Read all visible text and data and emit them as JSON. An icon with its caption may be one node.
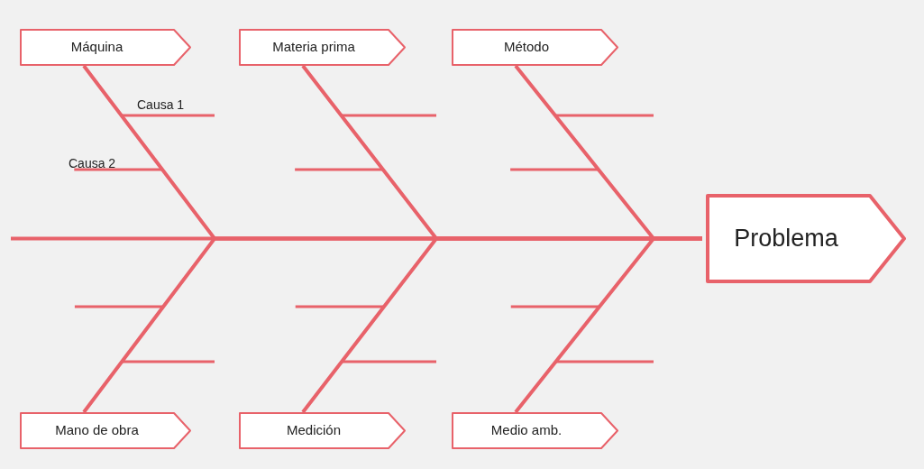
{
  "diagram": {
    "nodes": [
      {
        "text": [
          "Máquina"
        ]
      },
      {
        "text": [
          "Materia prima"
        ]
      },
      {
        "text": [
          "Método"
        ]
      },
      {
        "text": [
          "Mano de obra"
        ]
      },
      {
        "text": [
          "Medición"
        ]
      },
      {
        "text": [
          "Medio amb."
        ]
      },
      {
        "text": [
          "Problema"
        ]
      }
    ],
    "edges": [
      {
        "from": 0,
        "to": 6,
        "arrow": "none"
      },
      {
        "from": 1,
        "to": 6,
        "arrow": "none"
      },
      {
        "from": 2,
        "to": 6,
        "arrow": "none"
      },
      {
        "from": 3,
        "to": 6,
        "arrow": "none"
      },
      {
        "from": 4,
        "to": 6,
        "arrow": "none"
      },
      {
        "from": 5,
        "to": 6,
        "arrow": "none"
      },
      {
        "from": null,
        "to": 6,
        "arrow": "none"
      }
    ],
    "labels": [
      "Causa 1",
      "Causa 2"
    ]
  }
}
